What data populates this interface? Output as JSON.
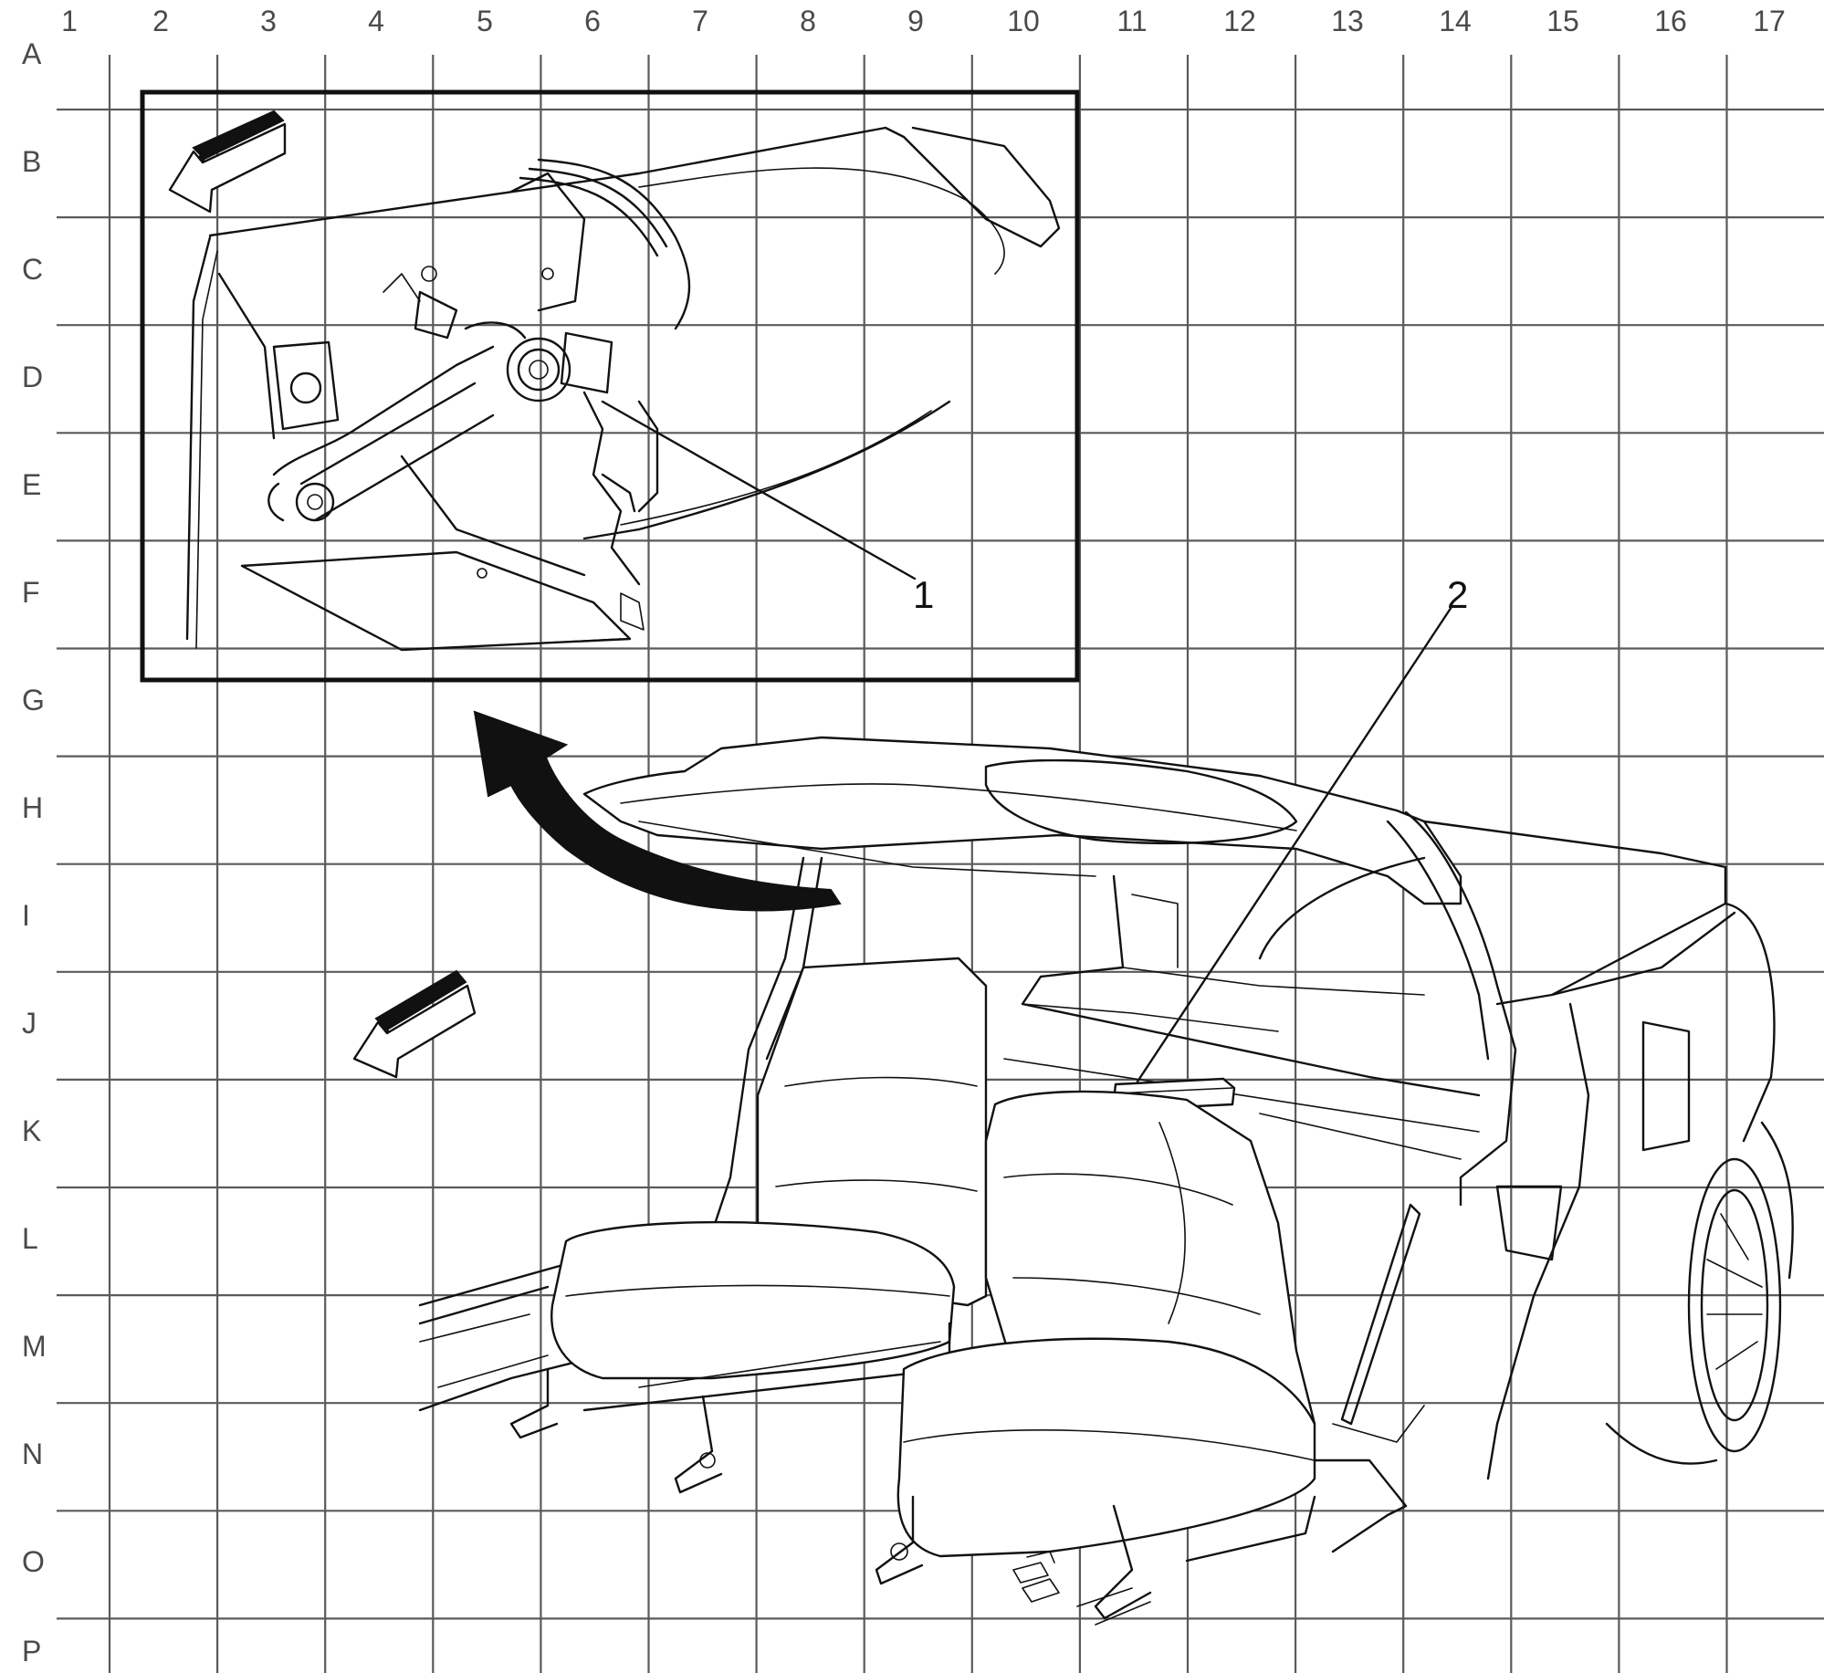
{
  "grid": {
    "columns": [
      "1",
      "2",
      "3",
      "4",
      "5",
      "6",
      "7",
      "8",
      "9",
      "10",
      "11",
      "12",
      "13",
      "14",
      "15",
      "16",
      "17"
    ],
    "rows": [
      "A",
      "B",
      "C",
      "D",
      "E",
      "F",
      "G",
      "H",
      "I",
      "J",
      "K",
      "L",
      "M",
      "N",
      "O",
      "P"
    ]
  },
  "callouts": [
    {
      "id": "1",
      "label": "1"
    },
    {
      "id": "2",
      "label": "2"
    }
  ]
}
